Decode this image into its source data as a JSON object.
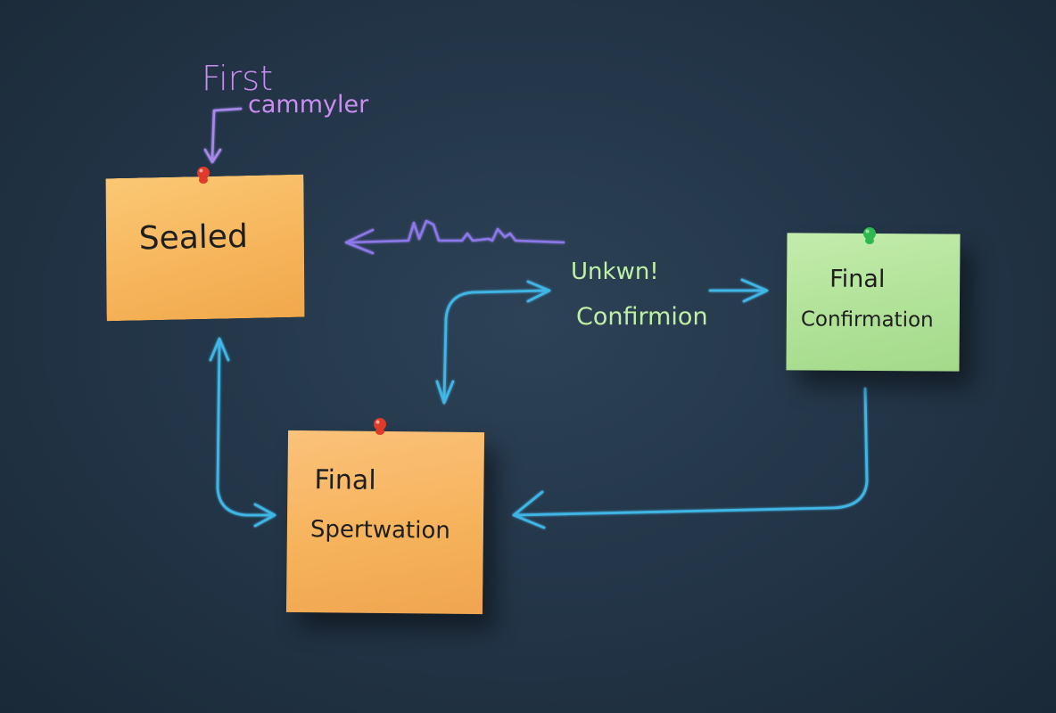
{
  "annotations": {
    "first": "First",
    "cammyler": "cammyler",
    "unknown_line1": "Unkwn!",
    "unknown_line2": "Confirmion"
  },
  "notes": [
    {
      "id": "sealed",
      "color": "#f6b45a",
      "pin_color": "#e03a2a",
      "lines": [
        "Sealed"
      ]
    },
    {
      "id": "spec",
      "color": "#f6b35c",
      "pin_color": "#e03a2a",
      "lines": [
        "Final",
        "Spertwation"
      ]
    },
    {
      "id": "final",
      "color": "#afe196",
      "pin_color": "#2fb84e",
      "lines": [
        "Final",
        "Confirmation"
      ]
    }
  ],
  "colors": {
    "board": "#223446",
    "arrow_blue": "#3fb6e6",
    "arrow_purple": "#8c78e8",
    "chalk_purple": "#c98ef0",
    "chalk_green": "#bff0a6"
  }
}
